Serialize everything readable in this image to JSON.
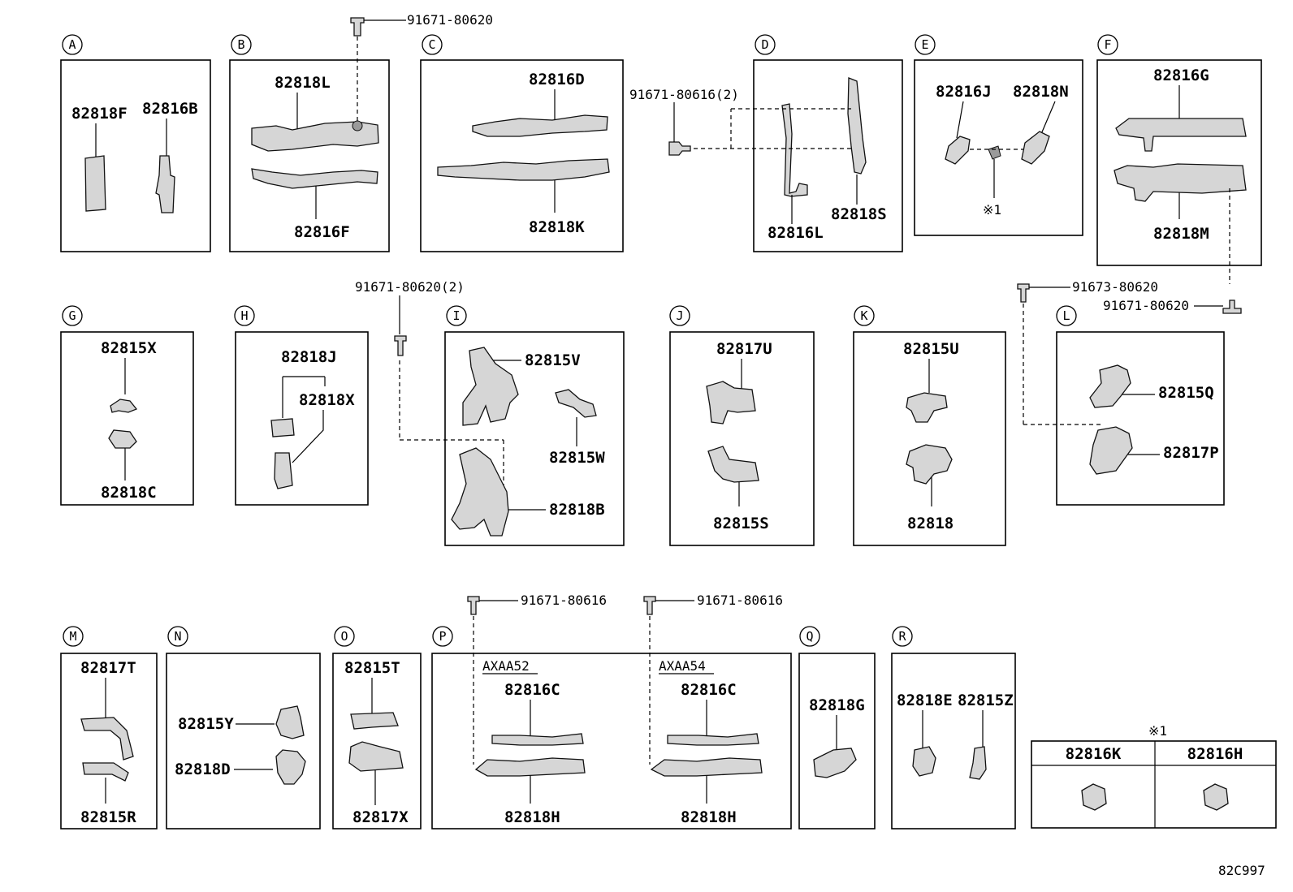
{
  "diagram_code": "82C997",
  "note_mark": "※1",
  "bolts": {
    "b_top": "91671-80620",
    "d_callout": "91671-80616(2)",
    "i_callout": "91671-80620(2)",
    "l_upper": "91673-80620",
    "l_lower": "91671-80620",
    "p_left": "91671-80616",
    "p_right": "91671-80616"
  },
  "groups": {
    "A": {
      "letter": "A",
      "parts": [
        "82818F",
        "82816B"
      ]
    },
    "B": {
      "letter": "B",
      "parts": [
        "82818L",
        "82816F"
      ]
    },
    "C": {
      "letter": "C",
      "parts": [
        "82816D",
        "82818K"
      ]
    },
    "D": {
      "letter": "D",
      "parts": [
        "82816L",
        "82818S"
      ]
    },
    "E": {
      "letter": "E",
      "parts": [
        "82816J",
        "82818N"
      ],
      "note": "※1"
    },
    "F": {
      "letter": "F",
      "parts": [
        "82816G",
        "82818M"
      ]
    },
    "G": {
      "letter": "G",
      "parts": [
        "82815X",
        "82818C"
      ]
    },
    "H": {
      "letter": "H",
      "parts": [
        "82818J",
        "82818X"
      ]
    },
    "I": {
      "letter": "I",
      "parts": [
        "82815V",
        "82815W",
        "82818B"
      ]
    },
    "J": {
      "letter": "J",
      "parts": [
        "82817U",
        "82815S"
      ]
    },
    "K": {
      "letter": "K",
      "parts": [
        "82815U",
        "82818"
      ]
    },
    "L": {
      "letter": "L",
      "parts": [
        "82815Q",
        "82817P"
      ]
    },
    "M": {
      "letter": "M",
      "parts": [
        "82817T",
        "82815R"
      ]
    },
    "N": {
      "letter": "N",
      "parts": [
        "82815Y",
        "82818D"
      ]
    },
    "O": {
      "letter": "O",
      "parts": [
        "82815T",
        "82817X"
      ]
    },
    "P": {
      "letter": "P",
      "left_variant": "AXAA52",
      "right_variant": "AXAA54",
      "parts": [
        "82816C",
        "82818H",
        "82816C",
        "82818H"
      ]
    },
    "Q": {
      "letter": "Q",
      "parts": [
        "82818G"
      ]
    },
    "R": {
      "letter": "R",
      "parts": [
        "82818E",
        "82815Z"
      ]
    }
  },
  "note_table": {
    "header_mark": "※1",
    "columns": [
      "82816K",
      "82816H"
    ]
  }
}
